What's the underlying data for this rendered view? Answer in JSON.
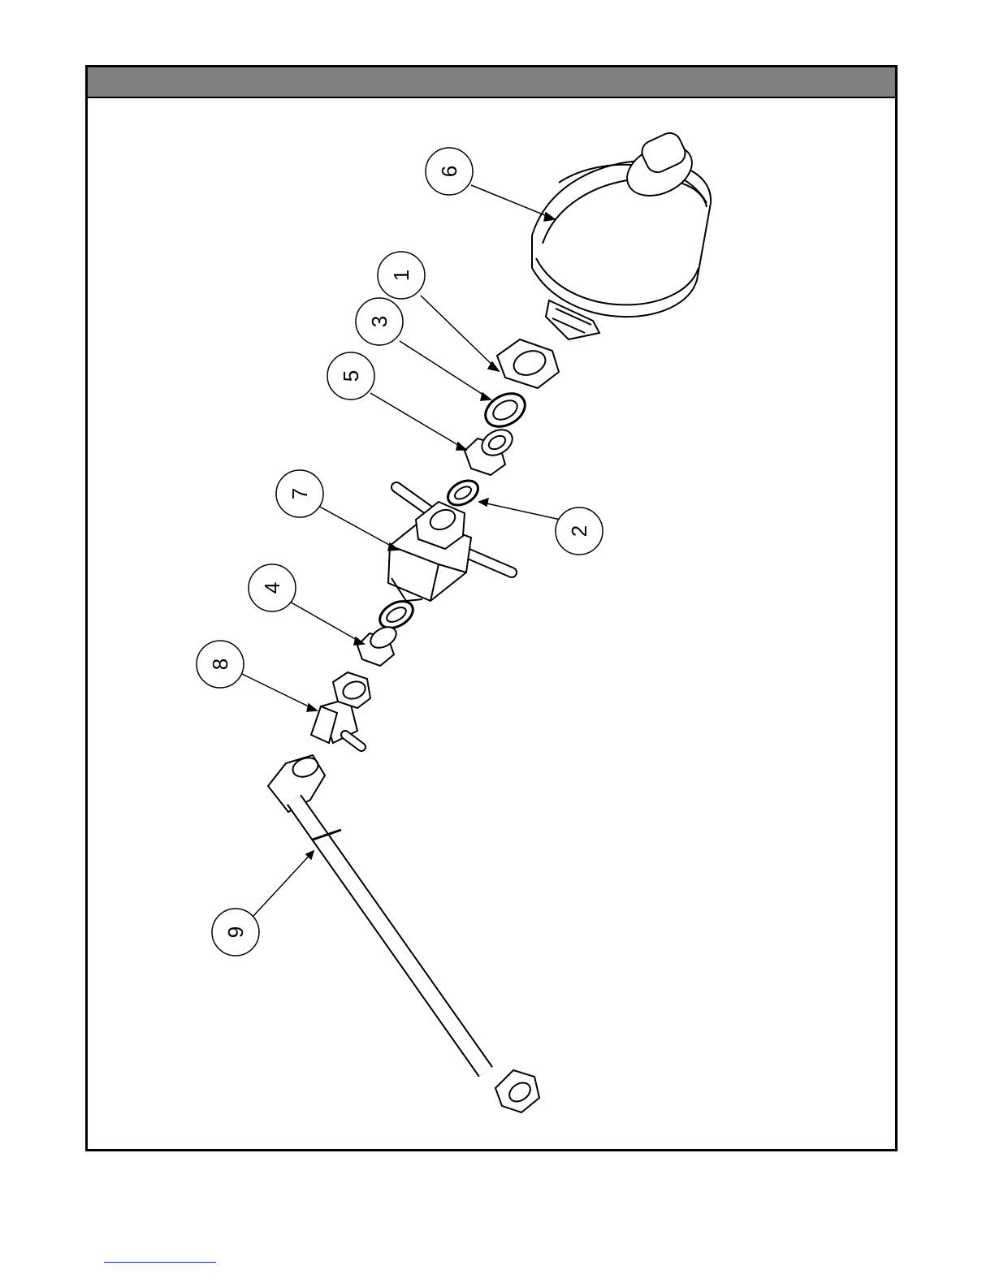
{
  "callouts": [
    {
      "id": "callout-1",
      "label": "1",
      "part": "hex-lock-nut"
    },
    {
      "id": "callout-2",
      "label": "2",
      "part": "small-o-ring"
    },
    {
      "id": "callout-3",
      "label": "3",
      "part": "washer-seal"
    },
    {
      "id": "callout-4",
      "label": "4",
      "part": "hex-nipple-adapter"
    },
    {
      "id": "callout-5",
      "label": "5",
      "part": "hex-adapter-fitting"
    },
    {
      "id": "callout-6",
      "label": "6",
      "part": "accumulator-tank"
    },
    {
      "id": "callout-7",
      "label": "7",
      "part": "shutoff-valve"
    },
    {
      "id": "callout-8",
      "label": "8",
      "part": "elbow-tee-fitting"
    },
    {
      "id": "callout-9",
      "label": "9",
      "part": "flexible-hose"
    }
  ],
  "colors": {
    "header": "#808080",
    "line": "#000000",
    "link": "#2b2bd6"
  }
}
